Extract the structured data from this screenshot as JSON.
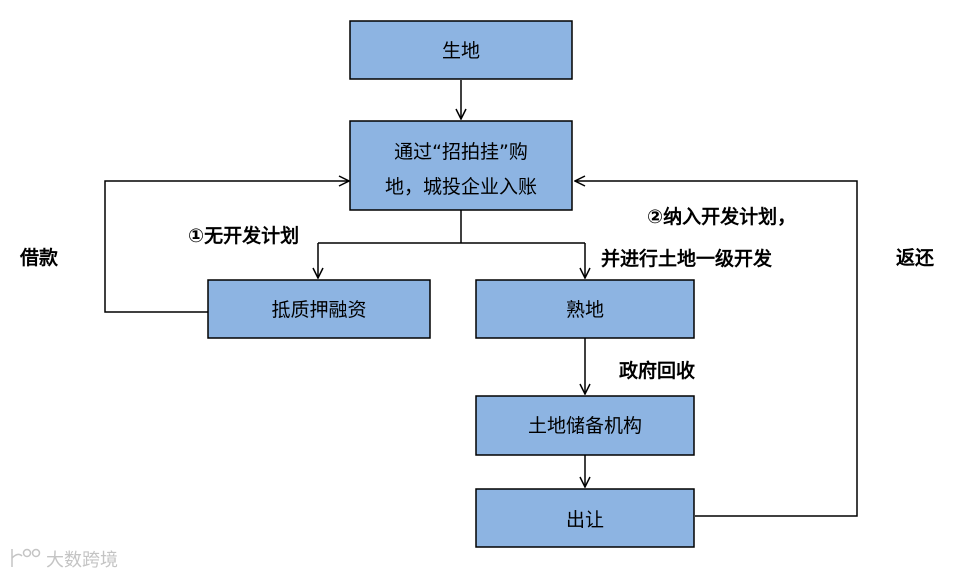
{
  "colors": {
    "box_fill": "#8DB4E2",
    "line": "#000000",
    "watermark": "#c4c4c4"
  },
  "nodes": {
    "raw_land": "生地",
    "purchase_line1": "通过“招拍挂”购",
    "purchase_line2": "地，城投企业入账",
    "pledge": "抵质押融资",
    "developed_land": "熟地",
    "land_reserve": "土地储备机构",
    "transfer": "出让"
  },
  "edge_labels": {
    "no_plan": "①无开发计划",
    "plan_line1": "②纳入开发计划，",
    "plan_line2": "并进行土地一级开发",
    "gov_recovery": "政府回收",
    "loan": "借款",
    "return": "返还"
  },
  "watermark": {
    "text": "大数跨境"
  }
}
